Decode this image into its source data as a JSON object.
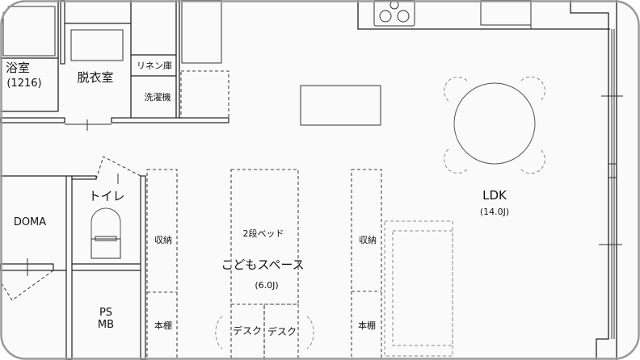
{
  "rooms": {
    "bath": {
      "name": "浴室",
      "size": "(1216)"
    },
    "dressing": {
      "name": "脱衣室"
    },
    "linen": {
      "name": "リネン庫"
    },
    "laundry": {
      "name": "洗濯機"
    },
    "toilet": {
      "name": "トイレ"
    },
    "doma": {
      "name": "DOMA"
    },
    "ps_mb": {
      "line1": "PS",
      "line2": "MB"
    },
    "kids": {
      "name": "こどもスペース",
      "size": "(6.0J)",
      "bed": "2段ベッド",
      "desk1": "デスク",
      "desk2": "デスク"
    },
    "ldk": {
      "name": "LDK",
      "size": "(14.0J)"
    },
    "storage_left": {
      "upper": "収納",
      "lower": "本棚"
    },
    "storage_right": {
      "upper": "収納",
      "lower": "本棚"
    }
  },
  "colors": {
    "line": "#222222",
    "frame": "#999999",
    "background": "#fafafa"
  }
}
